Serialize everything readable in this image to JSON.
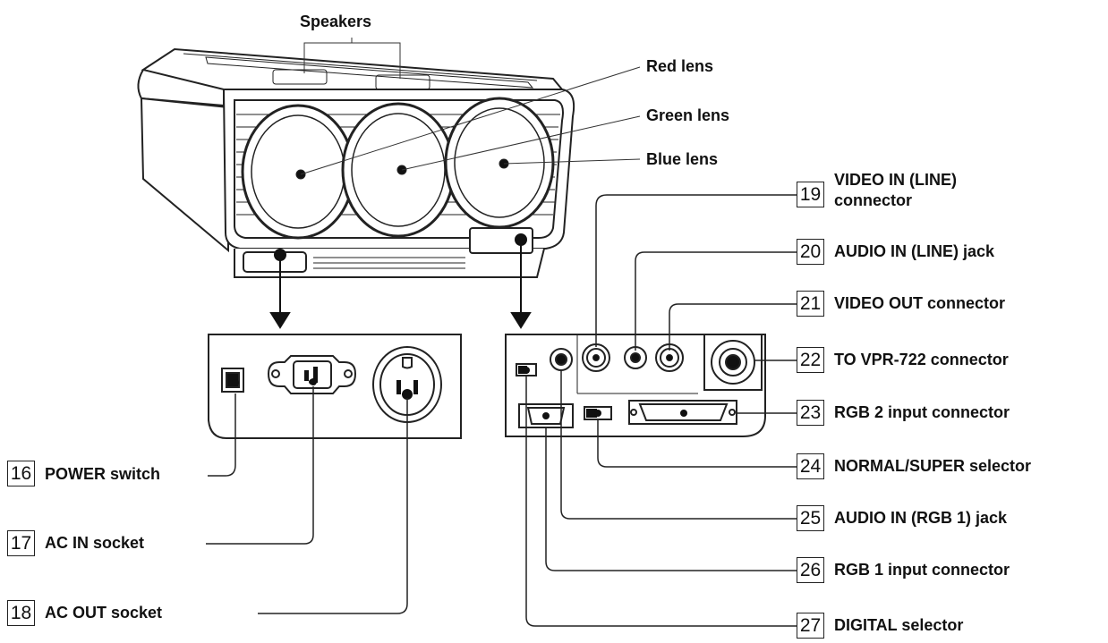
{
  "top_labels": {
    "speakers": "Speakers",
    "red_lens": "Red lens",
    "green_lens": "Green lens",
    "blue_lens": "Blue lens"
  },
  "callouts": [
    {
      "num": "16",
      "text": "POWER switch"
    },
    {
      "num": "17",
      "text": "AC IN socket"
    },
    {
      "num": "18",
      "text": "AC OUT socket"
    },
    {
      "num": "19",
      "text": "VIDEO IN (LINE)",
      "text2": "connector"
    },
    {
      "num": "20",
      "text": "AUDIO IN (LINE) jack"
    },
    {
      "num": "21",
      "text": "VIDEO OUT connector"
    },
    {
      "num": "22",
      "text": "TO VPR-722 connector"
    },
    {
      "num": "23",
      "text": "RGB 2 input connector"
    },
    {
      "num": "24",
      "text": "NORMAL/SUPER selector"
    },
    {
      "num": "25",
      "text": "AUDIO IN (RGB 1) jack"
    },
    {
      "num": "26",
      "text": "RGB 1 input connector"
    },
    {
      "num": "27",
      "text": "DIGITAL selector"
    }
  ]
}
